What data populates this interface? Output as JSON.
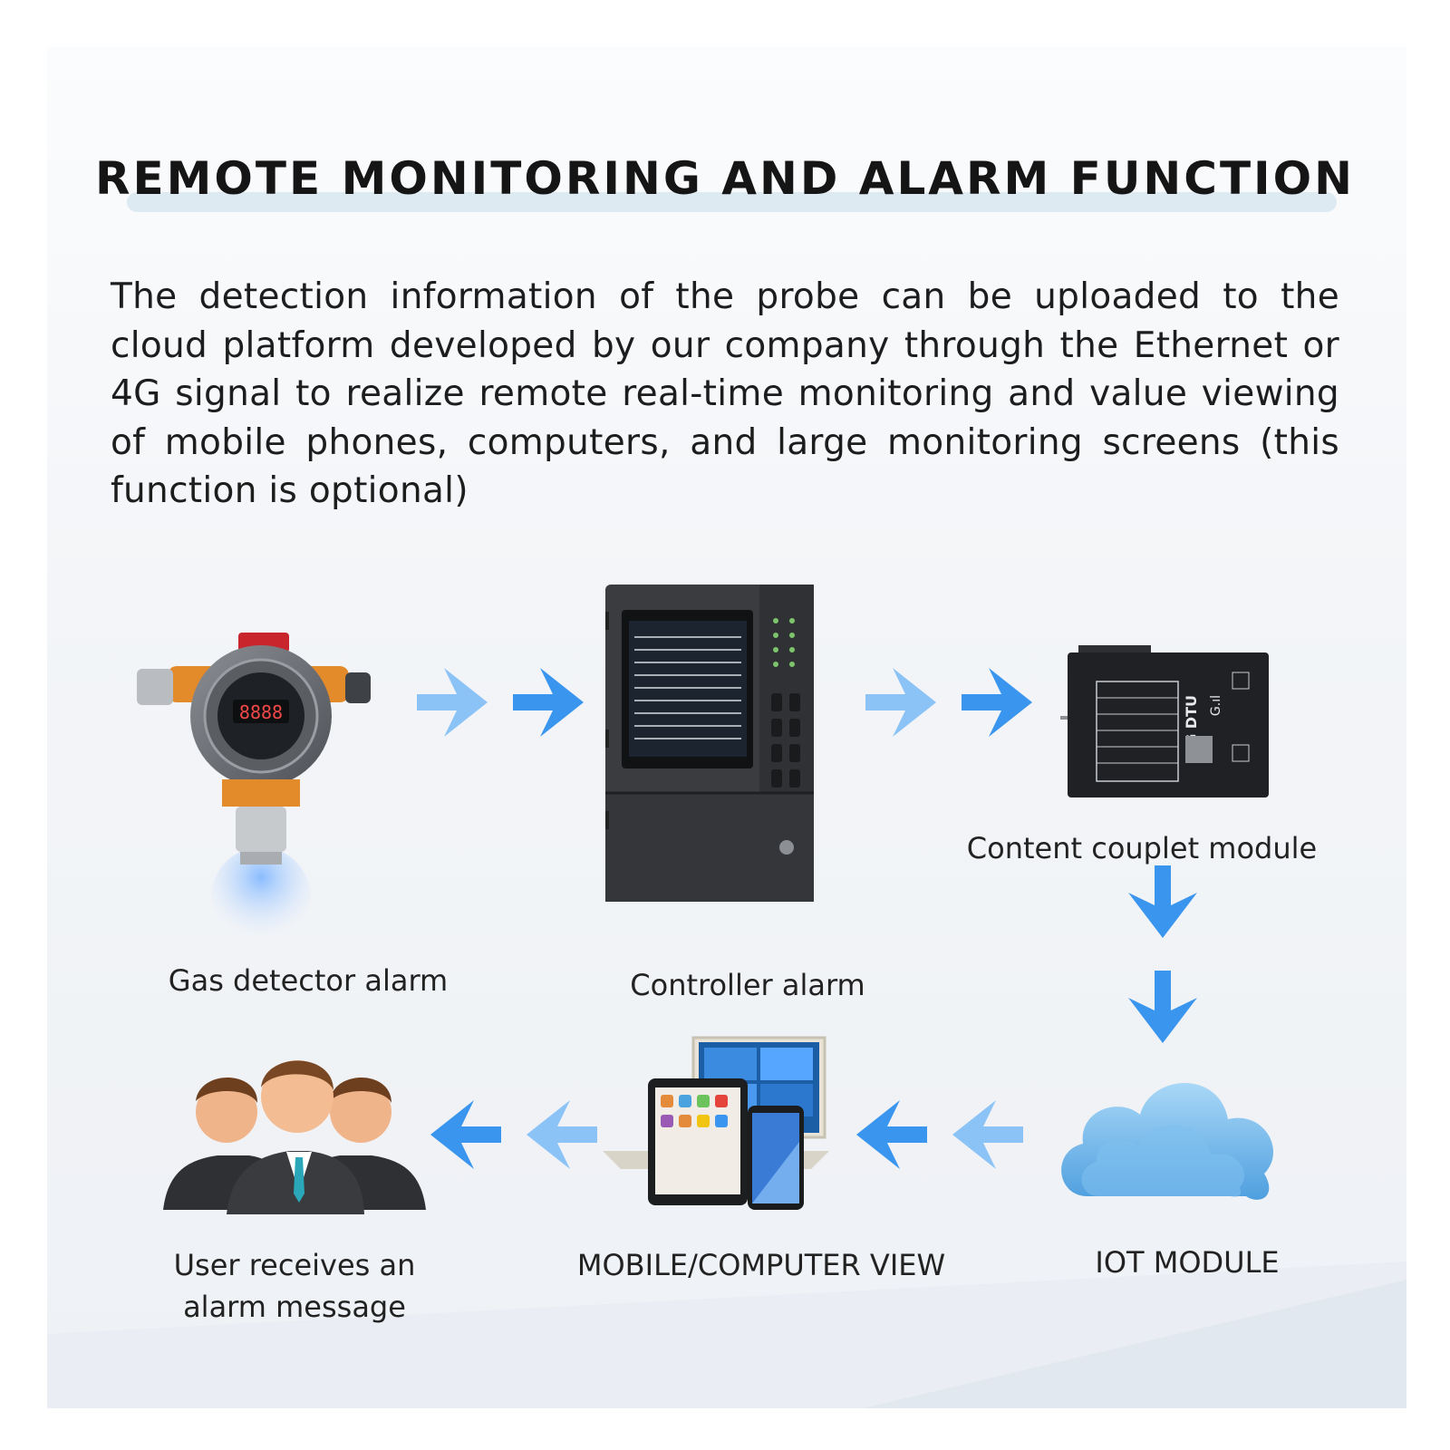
{
  "title": "REMOTE MONITORING AND ALARM FUNCTION",
  "description": "The detection information of the probe can be uploaded to the cloud platform developed by our company through the Ethernet or 4G signal to realize remote real-time monitoring and value viewing of mobile phones, computers, and large monitoring screens (this function is optional)",
  "nodes": {
    "gas_detector": {
      "label": "Gas detector alarm",
      "display": "8888"
    },
    "controller": {
      "label": "Controller alarm"
    },
    "content_couplet": {
      "label": "Content couplet module",
      "device_text": "4G DTU",
      "brand": "G.ıl"
    },
    "iot": {
      "label": "IOT MODULE"
    },
    "mobile_computer": {
      "label": "MOBILE/COMPUTER VIEW"
    },
    "user": {
      "label": "User receives an alarm message"
    }
  },
  "colors": {
    "arrow": "#3a95ef",
    "arrow_light": "#8cc3f7",
    "cloud": "#6fb8ea",
    "title_band": "#ddeaf2"
  }
}
